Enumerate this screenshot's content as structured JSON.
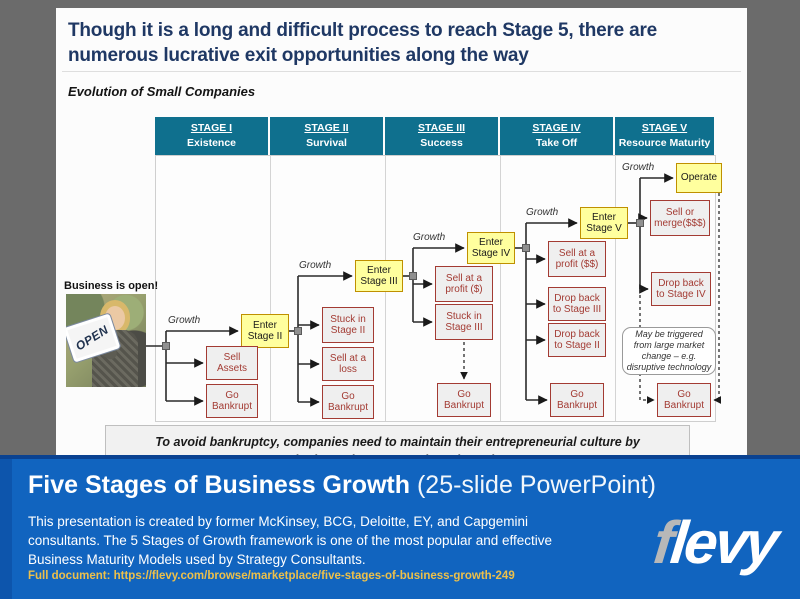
{
  "slide": {
    "title": "Though it is a long and difficult process to reach Stage 5, there are numerous lucrative exit opportunities along the way",
    "subtitle": "Evolution of Small Companies",
    "photo_caption": "Business is open!",
    "photo_sign_text": "OPEN",
    "footer_note": "To avoid bankruptcy, companies need to maintain their entrepreneurial culture by continuing to innovate and staying relevant",
    "colors": {
      "title_navy": "#1F3864",
      "header_teal": "#0F708E",
      "entry_yellow_fill": "#FFFF9E",
      "entry_yellow_border": "#BF9000",
      "outcome_red": "#A33B33",
      "outcome_fill": "#EFEFEF"
    }
  },
  "stages": [
    {
      "label": "STAGE I",
      "name": "Existence"
    },
    {
      "label": "STAGE II",
      "name": "Survival"
    },
    {
      "label": "STAGE III",
      "name": "Success"
    },
    {
      "label": "STAGE IV",
      "name": "Take Off"
    },
    {
      "label": "STAGE V",
      "name": "Resource Maturity"
    }
  ],
  "flow": {
    "growth_label": "Growth",
    "entries": [
      "Enter Stage II",
      "Enter Stage III",
      "Enter Stage IV",
      "Enter Stage V",
      "Operate"
    ],
    "outcomes": {
      "s1": [
        "Sell Assets",
        "Go Bankrupt"
      ],
      "s2": [
        "Stuck in Stage II",
        "Sell at a loss",
        "Go Bankrupt"
      ],
      "s3": [
        "Sell at a profit ($)",
        "Stuck in Stage III",
        "Go Bankrupt"
      ],
      "s4": [
        "Sell at a profit ($$)",
        "Drop back to Stage III",
        "Drop back to Stage II",
        "Go Bankrupt"
      ],
      "s5": [
        "Sell or merge($$$)",
        "Drop back to Stage IV",
        "Go Bankrupt"
      ]
    },
    "note": "May be triggered from large market change – e.g. disruptive technology"
  },
  "banner": {
    "title": "Five Stages of Business Growth",
    "title_suffix": " (25-slide PowerPoint)",
    "description": "This presentation is created by former McKinsey, BCG, Deloitte, EY, and Capgemini consultants. The 5 Stages of Growth framework is one of the most popular and effective Business Maturity Models used by Strategy Consultants.",
    "link_prefix": "Full document: ",
    "link_url": "https://flevy.com/browse/marketplace/five-stages-of-business-growth-249",
    "colors": {
      "banner_blue": "#1164BF",
      "link_gold": "#EDC04A",
      "logo_gray": "#B8B8B8"
    }
  },
  "logo": {
    "first_letter": "f",
    "rest": "levy"
  }
}
